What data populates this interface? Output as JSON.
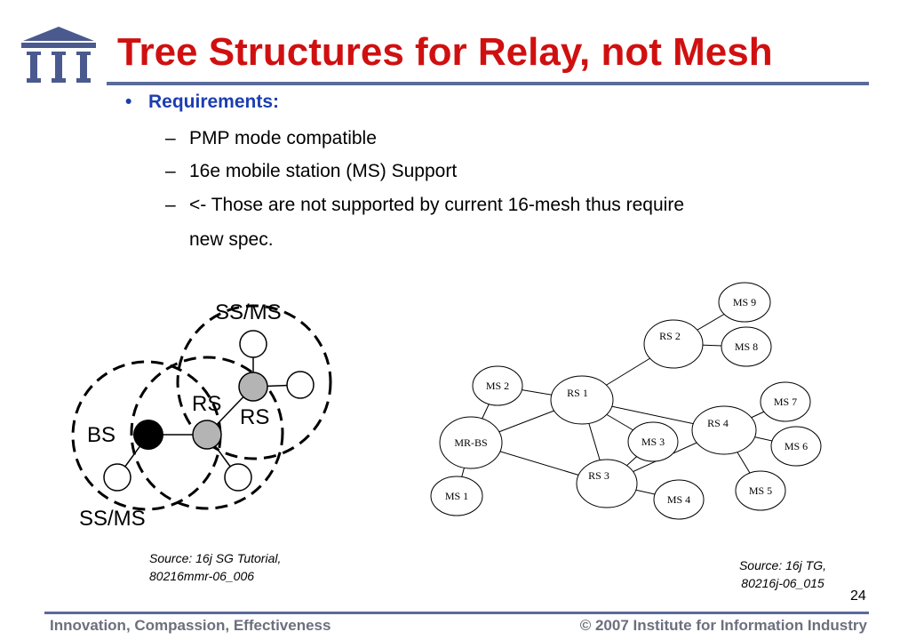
{
  "slide": {
    "title": "Tree Structures for Relay, not Mesh",
    "bullet": {
      "symbol": "•",
      "label": "Requirements:"
    },
    "sub_items": [
      {
        "dash": "–",
        "text": "PMP mode compatible"
      },
      {
        "dash": "–",
        "text": "16e mobile station (MS) Support"
      },
      {
        "dash": "–",
        "text": "<- Those are not supported by current 16-mesh thus require"
      },
      {
        "dash": "",
        "text": "new spec."
      }
    ],
    "diagram_left": {
      "labels": {
        "ss_ms_top": "SS/MS",
        "ss_ms_bottom": "SS/MS",
        "bs": "BS",
        "rs_center": "RS",
        "rs_upper": "RS"
      },
      "caption_line1": "Source: 16j SG Tutorial,",
      "caption_line2": "80216mmr-06_006"
    },
    "diagram_right": {
      "nodes": {
        "mr_bs": "MR-BS",
        "rs1": "RS 1",
        "rs2": "RS 2",
        "rs3": "RS 3",
        "rs4": "RS 4",
        "ms1": "MS 1",
        "ms2": "MS 2",
        "ms3": "MS 3",
        "ms4": "MS 4",
        "ms5": "MS 5",
        "ms6": "MS 6",
        "ms7": "MS 7",
        "ms8": "MS 8",
        "ms9": "MS 9"
      },
      "caption_line1": "Source: 16j TG,",
      "caption_line2": "80216j-06_015"
    },
    "page_number": "24",
    "footer": {
      "left": "Innovation, Compassion, Effectiveness",
      "right": "© 2007 Institute for Information Industry"
    },
    "colors": {
      "title": "#d01010",
      "bullet_head": "#1c3eb0",
      "rule": "#5a6b9a",
      "logo": "#4a5a8f",
      "footer_text": "#6c6f7d"
    }
  }
}
